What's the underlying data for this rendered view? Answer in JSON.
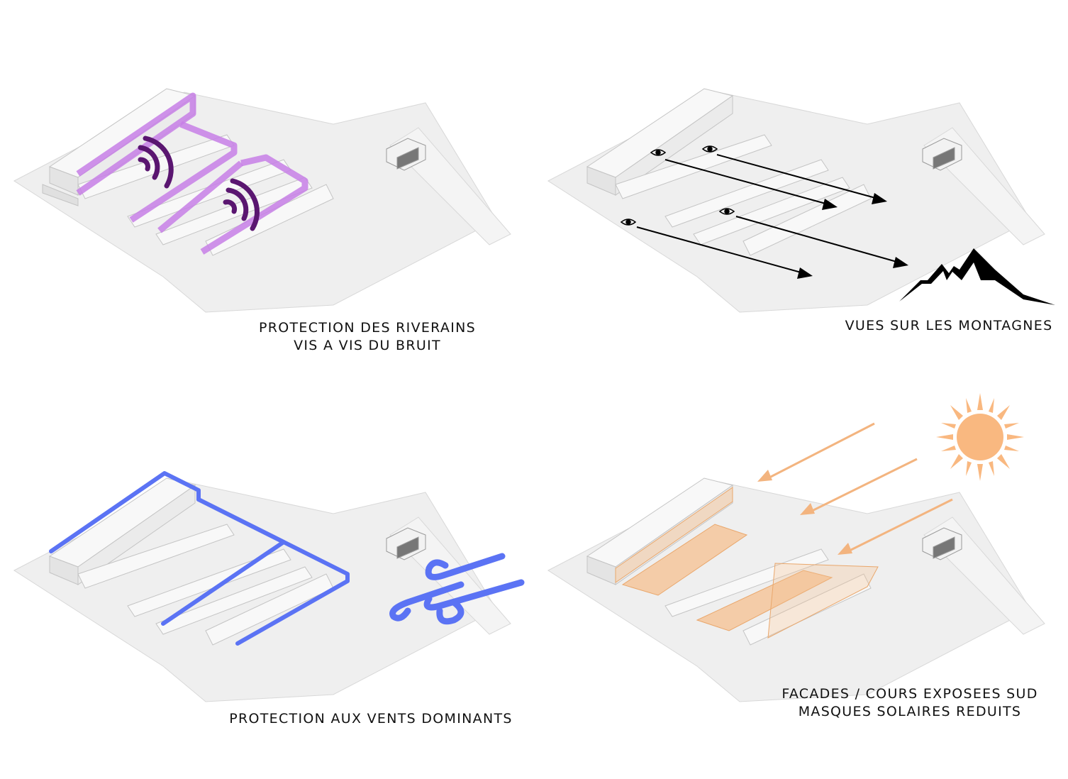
{
  "panels": [
    {
      "id": "noise",
      "caption": [
        "PROTECTION DES RIVERAINS",
        "VIS A VIS DU BRUIT"
      ],
      "icon": "sound-wave-icon",
      "accent": "#b866dc",
      "icon_color": "#5a1670"
    },
    {
      "id": "views",
      "caption": [
        "VUES SUR LES MONTAGNES"
      ],
      "icon": "eye-icon",
      "accent": "#000000",
      "icon_color": "#000000"
    },
    {
      "id": "wind",
      "caption": [
        "PROTECTION AUX VENTS DOMINANTS"
      ],
      "icon": "wind-icon",
      "accent": "#5b73f4",
      "icon_color": "#5b73f4"
    },
    {
      "id": "sun",
      "caption": [
        "FACADES / COURS EXPOSEES SUD",
        "MASQUES SOLAIRES REDUITS"
      ],
      "icon": "sun-icon",
      "accent": "#f6b57a",
      "icon_color": "#f9b880"
    }
  ],
  "colors": {
    "site_fill": "#eeeeee",
    "building_fill": "#f7f7f7",
    "building_stroke": "#c9c9c9"
  }
}
